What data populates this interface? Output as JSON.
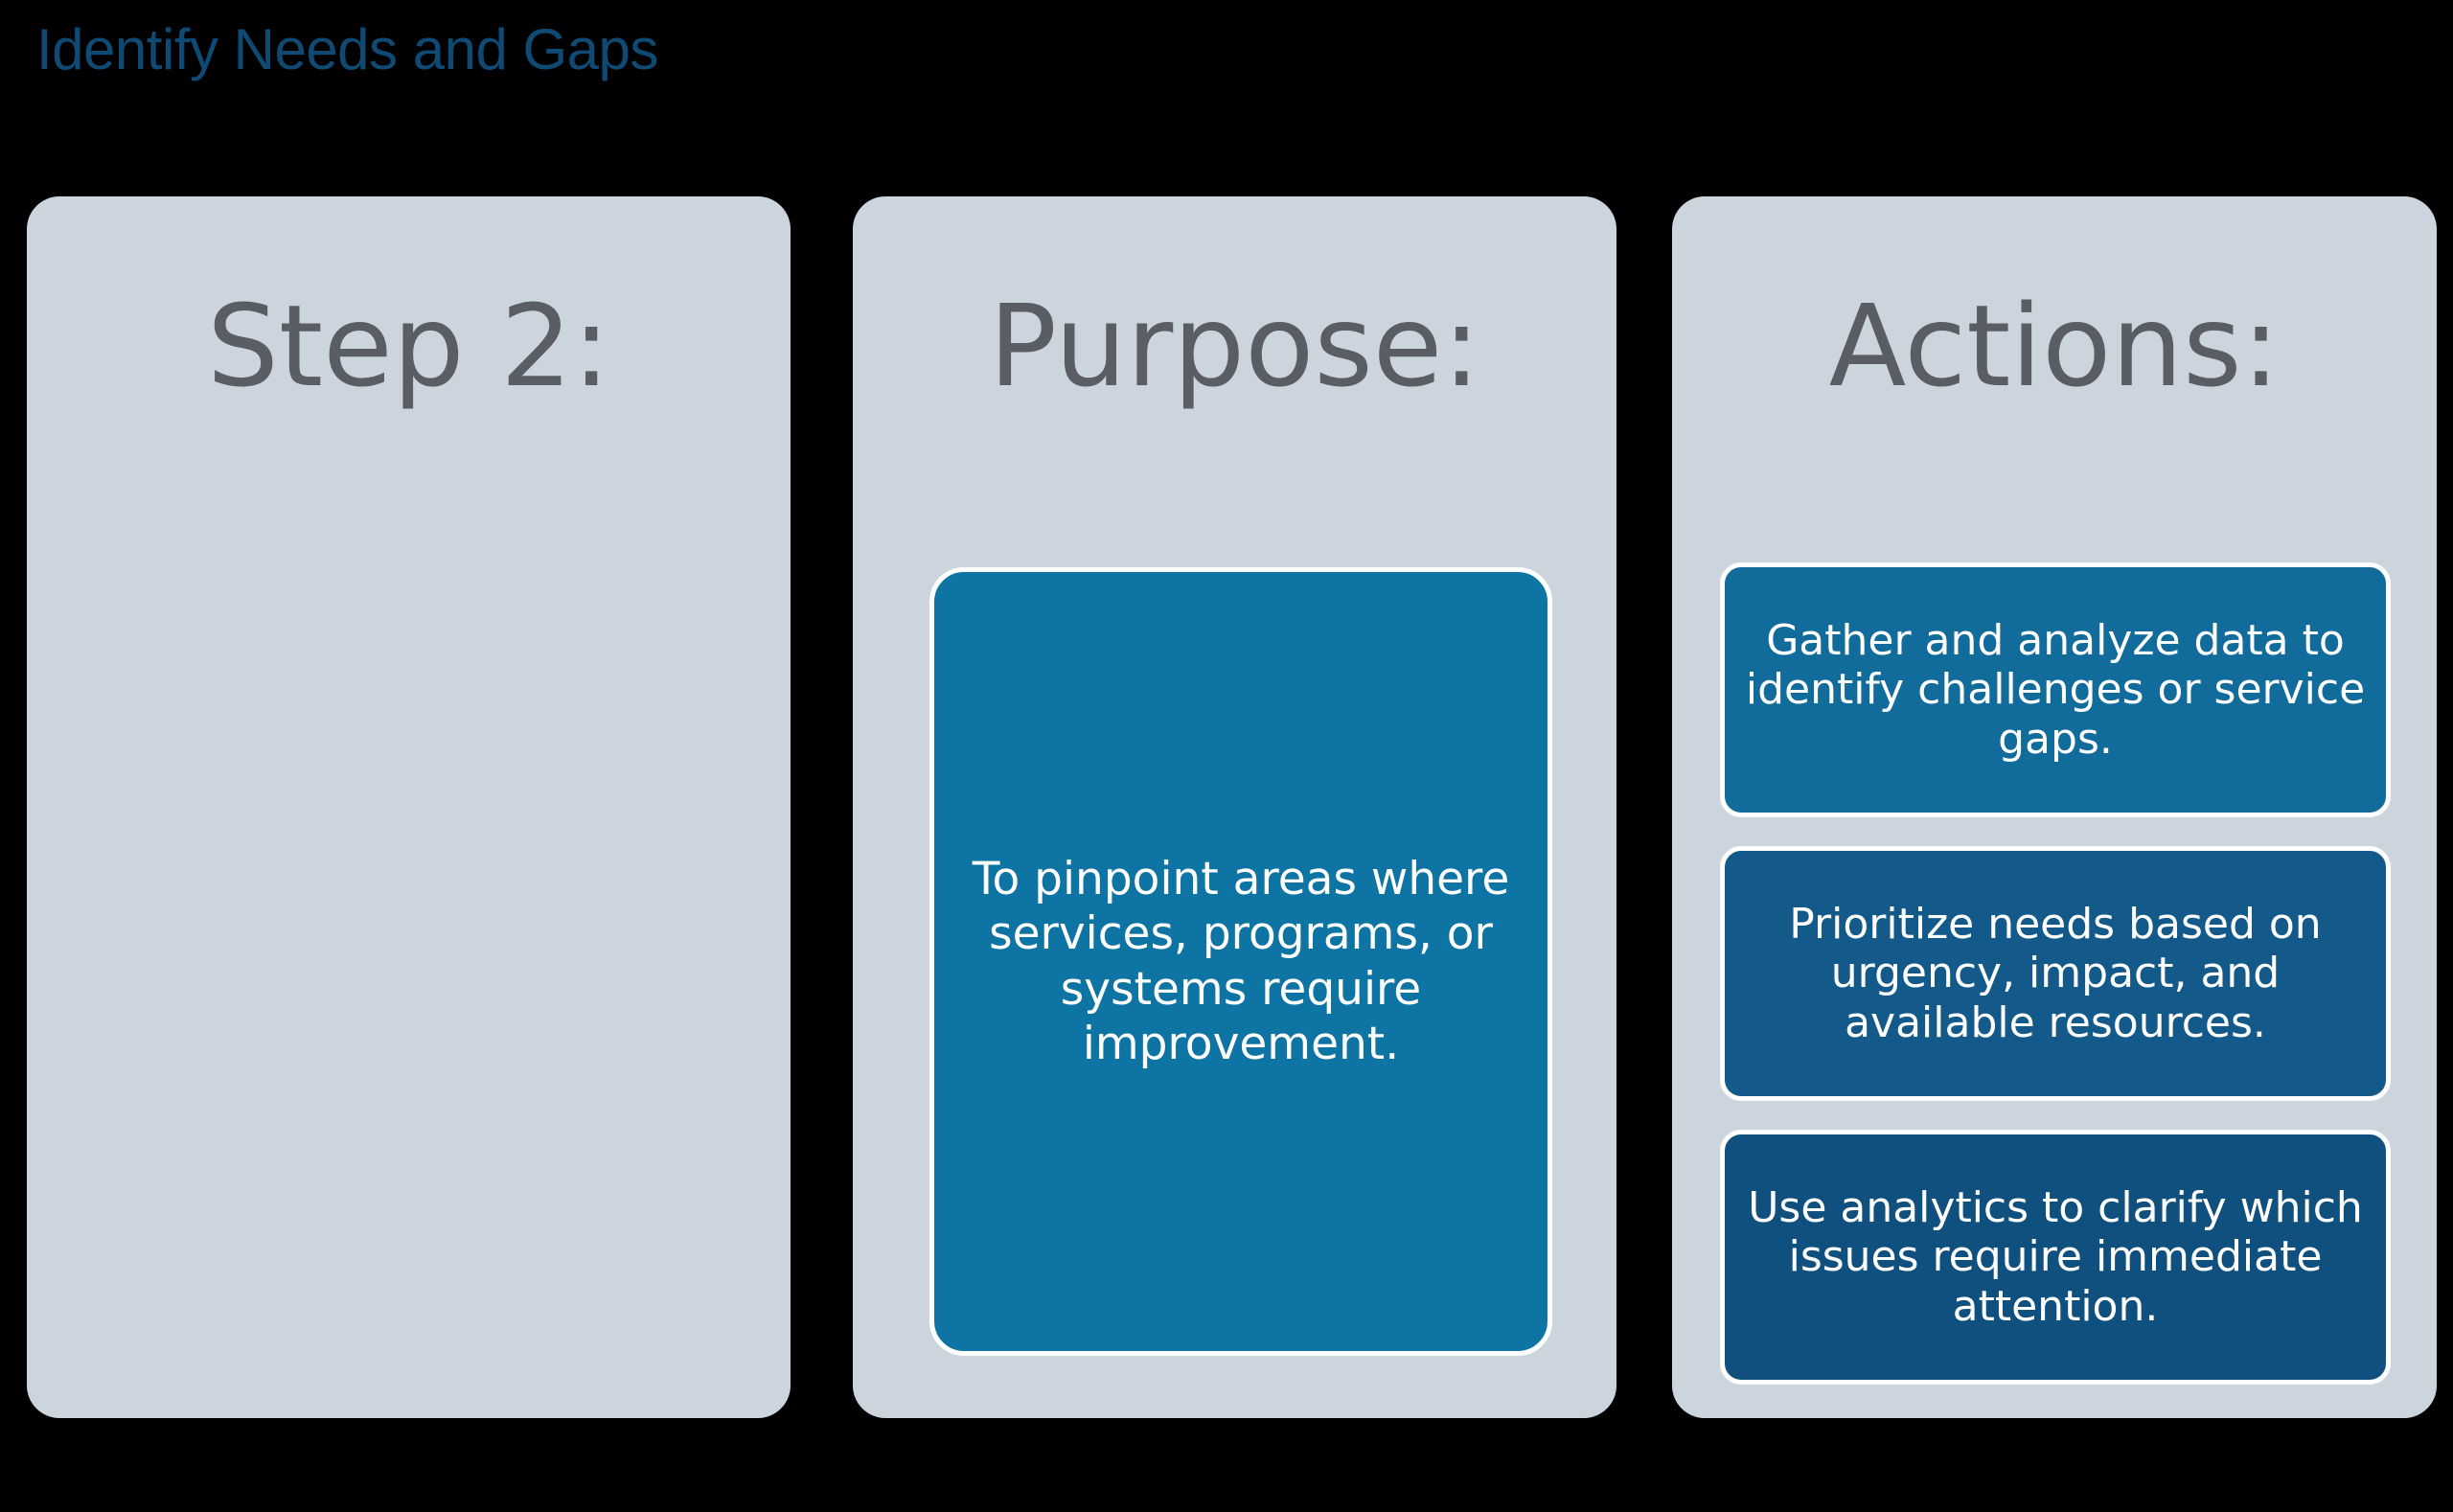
{
  "slide": {
    "title": "Identify Needs and Gaps",
    "title_color": "#0E4A73",
    "background_color": "#000000"
  },
  "cards": {
    "step": {
      "heading": "Step 2:",
      "background_color": "#CCD5DE",
      "heading_color": "#5B5D66"
    },
    "purpose": {
      "heading": "Purpose:",
      "background_color": "#CCD5DE",
      "heading_color": "#5B5D66",
      "panel": {
        "text": "To pinpoint areas where services, programs, or systems require improvement.",
        "fill_color": "#0D74A3",
        "border_color": "#FFFFFF",
        "text_color": "#FFFFFF"
      }
    },
    "actions": {
      "heading": "Actions:",
      "background_color": "#CCD5DE",
      "heading_color": "#5B5D66",
      "items": [
        {
          "text": "Gather and analyze data to identify challenges or service gaps.",
          "fill_color": "#116B9B",
          "border_color": "#FFFFFF",
          "text_color": "#FFFFFF"
        },
        {
          "text": "Prioritize needs based on urgency, impact, and available resources.",
          "fill_color": "#135A8B",
          "border_color": "#FFFFFF",
          "text_color": "#FFFFFF"
        },
        {
          "text": "Use analytics to clarify which issues require immediate attention.",
          "fill_color": "#10507F",
          "border_color": "#FFFFFF",
          "text_color": "#FFFFFF"
        }
      ]
    }
  }
}
